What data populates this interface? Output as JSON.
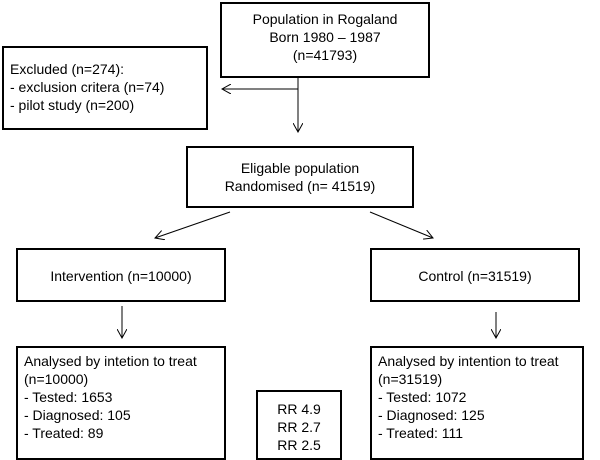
{
  "population": {
    "lines": [
      "Population in Rogaland",
      "Born 1980 – 1987",
      "(n=41793)"
    ]
  },
  "excluded": {
    "lines": [
      "Excluded (n=274):",
      "- exclusion critera (n=74)",
      "- pilot study (n=200)"
    ]
  },
  "eligible": {
    "lines": [
      "Eligable population",
      "Randomised (n= 41519)"
    ]
  },
  "intervention": {
    "label": "Intervention (n=10000)"
  },
  "control": {
    "label": "Control (n=31519)"
  },
  "analysed_intervention": {
    "lines": [
      "Analysed by intetion to treat",
      "(n=10000)",
      "- Tested: 1653",
      "- Diagnosed: 105",
      "- Treated: 89"
    ]
  },
  "rr": {
    "lines": [
      "RR 4.9",
      "RR 2.7",
      "RR 2.5"
    ]
  },
  "analysed_control": {
    "lines": [
      "Analysed by intention to treat",
      "(n=31519)",
      "- Tested: 1072",
      "- Diagnosed: 125",
      "- Treated: 111"
    ]
  }
}
